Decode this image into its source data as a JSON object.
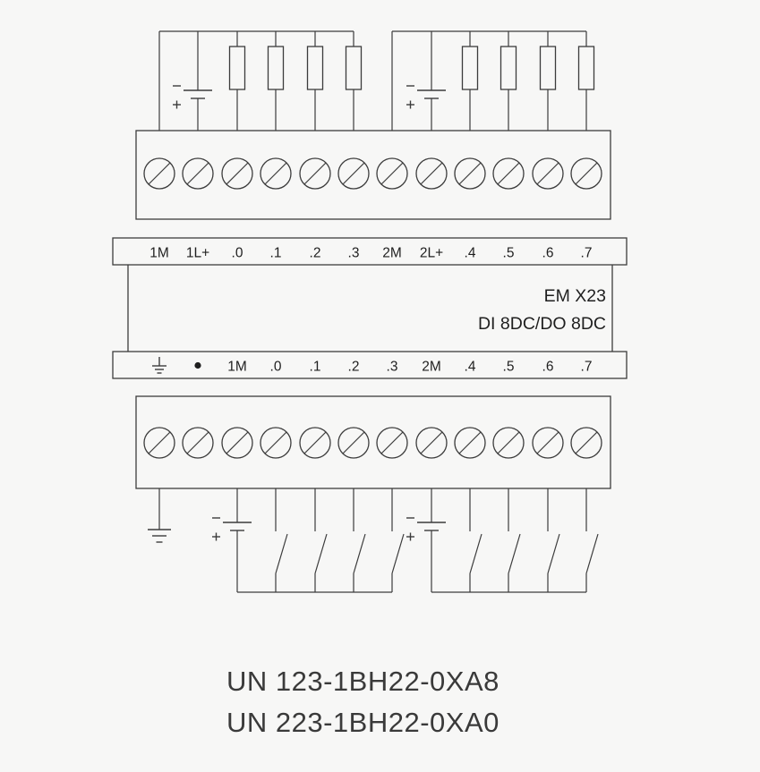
{
  "colors": {
    "background": "#f7f7f6",
    "line": "#3c3c3c",
    "label_text": "#1f1f1f",
    "part_number_text": "#3a3a3a"
  },
  "module": {
    "model_label": "EM X23",
    "io_label": "DI 8DC/DO 8DC"
  },
  "top_strip_labels": [
    "1M",
    "1L+",
    ".0",
    ".1",
    ".2",
    ".3",
    "2M",
    "2L+",
    ".4",
    ".5",
    ".6",
    ".7"
  ],
  "bottom_strip_labels": [
    "1M",
    ".0",
    ".1",
    ".2",
    ".3",
    "2M",
    ".4",
    ".5",
    ".6",
    ".7"
  ],
  "bottom_strip_symbols": [
    "protective-earth-icon",
    "dot-marker"
  ],
  "part_numbers": {
    "line1": "UN 123-1BH22-0XA8",
    "line2": "UN 223-1BH22-0XA0"
  }
}
